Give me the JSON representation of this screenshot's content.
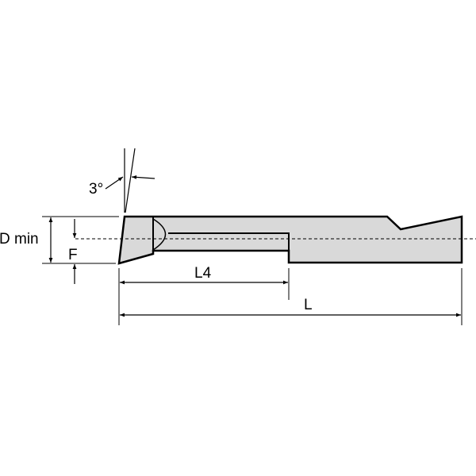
{
  "labels": {
    "angle": "3°",
    "d_min": "D min",
    "f": "F",
    "l4": "L4",
    "l": "L"
  },
  "colors": {
    "tool_fill": "#d9d9d9",
    "line": "#000000",
    "background": "#ffffff"
  }
}
